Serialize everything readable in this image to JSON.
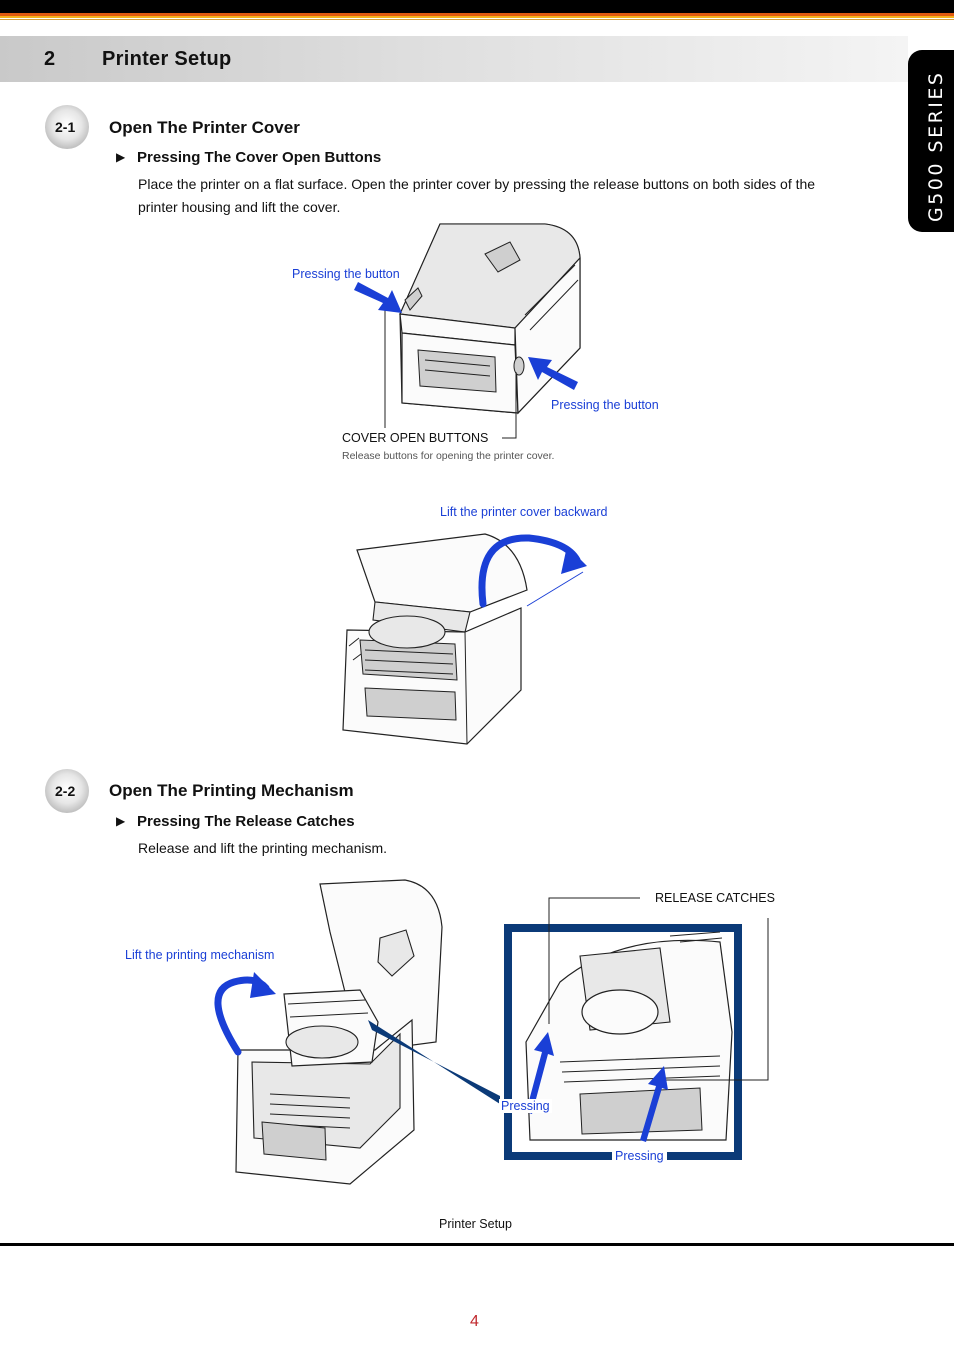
{
  "header": {
    "section_number": "2",
    "section_title": "Printer Setup",
    "series_tab": "G500 SERIES"
  },
  "s21": {
    "badge": "2-1",
    "title": "Open The Printer Cover",
    "subtitle": "Pressing The Cover Open Buttons",
    "body_line1": "Place the printer on a flat surface. Open the printer cover by pressing the release buttons on both sides of the",
    "body_line2": "printer housing and lift the cover.",
    "fig1": {
      "label_left": "Pressing the button",
      "label_right": "Pressing the button",
      "callout_title": "COVER OPEN BUTTONS",
      "callout_desc": "Release buttons for opening the printer cover."
    },
    "fig2": {
      "label": "Lift the printer cover backward"
    }
  },
  "s22": {
    "badge": "2-2",
    "title": "Open The Printing Mechanism",
    "subtitle": "Pressing The Release Catches",
    "body": "Release and lift the printing mechanism.",
    "fig3": {
      "label_lift": "Lift the printing mechanism",
      "label_catches": "RELEASE CATCHES",
      "label_press_left": "Pressing",
      "label_press_bottom": "Pressing"
    }
  },
  "footer": {
    "caption": "Printer Setup",
    "page_number": "4"
  },
  "colors": {
    "accent_blue": "#1a3fd6",
    "frame_navy": "#0b3a78",
    "page_number_red": "#c0282d"
  }
}
